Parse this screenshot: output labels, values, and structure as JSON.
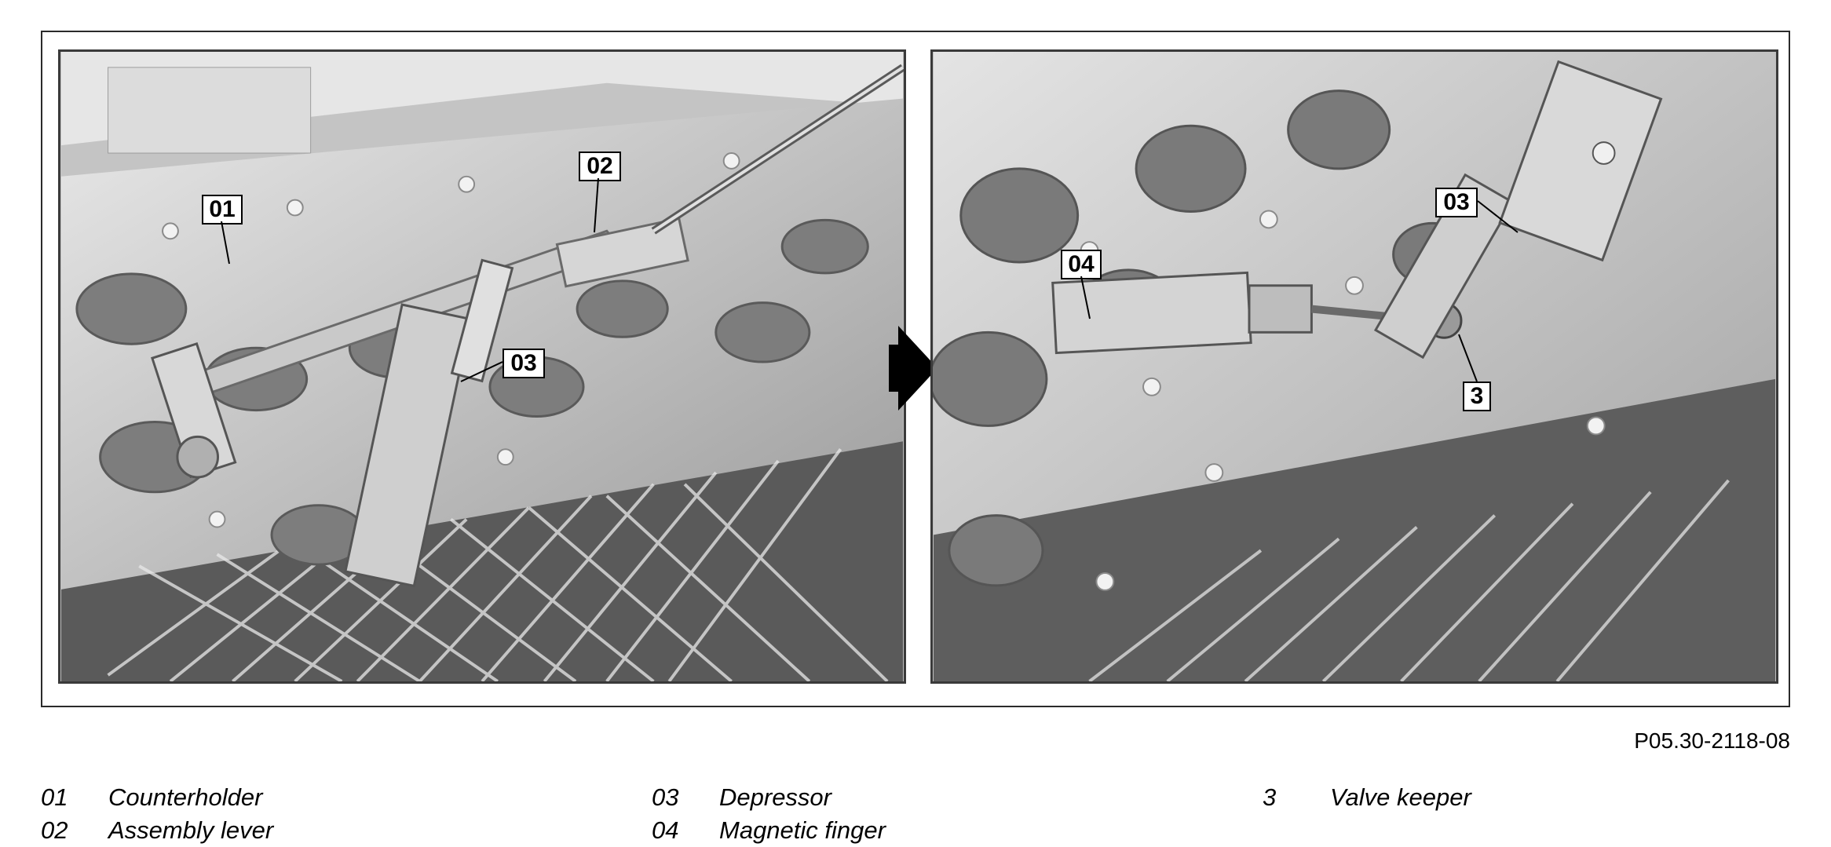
{
  "callouts": {
    "c01": "01",
    "c02": "02",
    "c03_left": "03",
    "c03_right": "03",
    "c04": "04",
    "c3": "3"
  },
  "figure_code": "P05.30-2118-08",
  "legend": [
    {
      "code": "01",
      "label": "Counterholder"
    },
    {
      "code": "02",
      "label": "Assembly lever"
    },
    {
      "code": "03",
      "label": "Depressor"
    },
    {
      "code": "04",
      "label": "Magnetic finger"
    },
    {
      "code": "3",
      "label": "Valve keeper"
    }
  ]
}
